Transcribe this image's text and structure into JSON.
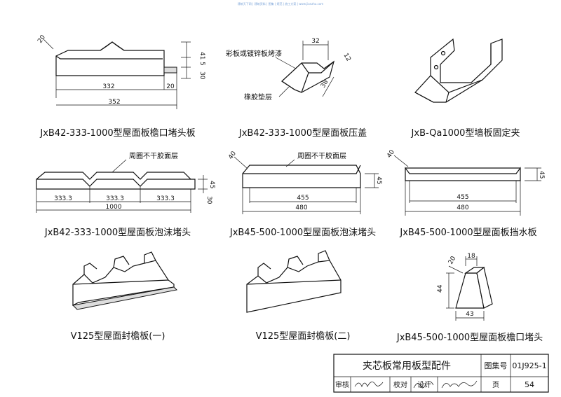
{
  "watermark": "建筑天下网 | 建筑资料 | 图集 | 规范 | 施工方案 | www.jianzhu.com",
  "figures": {
    "f1": {
      "caption": "JxB42-333-1000型屋面板檐口堵头板",
      "dims": {
        "d20a": "20",
        "d41": "41",
        "d5": "5",
        "d30": "30",
        "d332": "332",
        "d20b": "20",
        "d352": "352"
      }
    },
    "f2": {
      "caption": "JxB42-333-1000型屋面板压盖",
      "dims": {
        "d32": "32",
        "d12": "12",
        "d38": "38"
      },
      "notes": {
        "top": "彩板或镀锌板烤漆",
        "bottom": "橡胶垫层"
      }
    },
    "f3": {
      "caption": "JxB-Qa1000型墙板固定夹"
    },
    "f4": {
      "caption": "JxB42-333-1000型屋面板泡沫堵头",
      "note": "周圈不干胶面层",
      "dims": {
        "d333a": "333.3",
        "d333b": "333.3",
        "d333c": "333.3",
        "d1000": "1000",
        "d45": "45",
        "d30": "30"
      }
    },
    "f5": {
      "caption": "JxB45-500-1000型屋面板泡沫堵头",
      "note": "周圈不干胶面层",
      "dims": {
        "d40": "40",
        "d45": "45",
        "d455": "455",
        "d480": "480"
      }
    },
    "f6": {
      "caption": "JxB45-500-1000型屋面板挡水板",
      "dims": {
        "d40": "40",
        "d45": "45",
        "d455": "455",
        "d480": "480"
      }
    },
    "f7": {
      "caption": "V125型屋面封檐板(一)"
    },
    "f8": {
      "caption": "V125型屋面封檐板(二)"
    },
    "f9": {
      "caption": "JxB45-500-1000型屋面板檐口堵头",
      "dims": {
        "d20": "20",
        "d18": "18",
        "d44": "44",
        "d43": "43"
      }
    }
  },
  "title_block": {
    "title": "夹芯板常用板型配件",
    "atlas_label": "图集号",
    "atlas_no": "01J925-1",
    "review_label": "审核",
    "check_label": "校对",
    "design_label": "设计",
    "page_label": "页",
    "page_no": "54"
  }
}
